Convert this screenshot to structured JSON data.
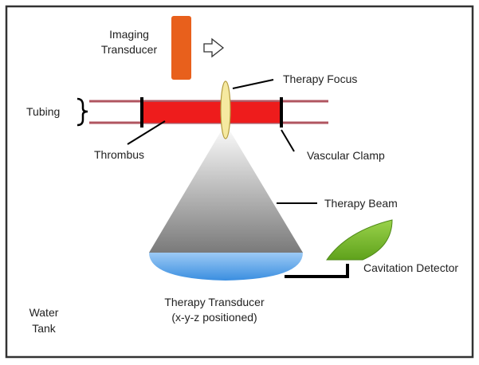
{
  "diagram": {
    "labels": {
      "imaging_transducer_line1": "Imaging",
      "imaging_transducer_line2": "Transducer",
      "therapy_focus": "Therapy Focus",
      "tubing": "Tubing",
      "thrombus": "Thrombus",
      "vascular_clamp": "Vascular Clamp",
      "therapy_beam": "Therapy Beam",
      "cavitation_detector": "Cavitation Detector",
      "therapy_transducer_line1": "Therapy Transducer",
      "therapy_transducer_line2": "(x-y-z positioned)",
      "water_tank_line1": "Water",
      "water_tank_line2": "Tank"
    },
    "colors": {
      "frame": "#333333",
      "tubing_wall": "#b05560",
      "thrombus": "#ee1c1c",
      "imaging_transducer": "#e8601c",
      "therapy_focus": "#f5e9a0",
      "beam_top": "#ffffff",
      "beam_bottom": "#7f7f7f",
      "therapy_transducer": "#4f9de8",
      "cavitation_detector": "#7cbf2a",
      "leader_line": "#000000"
    }
  }
}
